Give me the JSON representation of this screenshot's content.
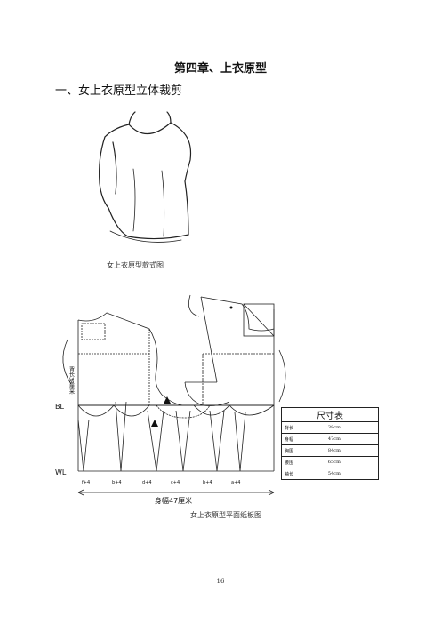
{
  "chapter_title": "第四章、上衣原型",
  "section_heading": "一、女上衣原型立体裁剪",
  "fig1_caption": "女上衣原型款式图",
  "fig2_caption": "女上衣原型平面纸板图",
  "page_number": "16",
  "pattern_labels": {
    "bl": "BL",
    "wl": "WL",
    "back_length": "背长38厘米",
    "bust_width": "身幅47厘米",
    "seg1": "f+4",
    "seg2": "b+4",
    "seg3": "d+4",
    "seg4": "c+4",
    "seg5": "b+4",
    "seg6": "a+4"
  },
  "size_table": {
    "title": "尺寸表",
    "rows": [
      {
        "label": "背长",
        "value": "38cm"
      },
      {
        "label": "身幅",
        "value": "47cm"
      },
      {
        "label": "胸围",
        "value": "84cm"
      },
      {
        "label": "腰围",
        "value": "65cm"
      },
      {
        "label": "袖长",
        "value": "54cm"
      }
    ]
  }
}
